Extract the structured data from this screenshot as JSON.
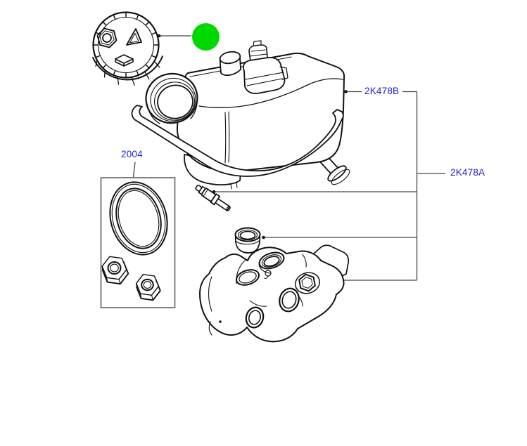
{
  "colors": {
    "canvas_bg": "#ffffff",
    "label_text": "#2222d6",
    "marker_green": "#00d800",
    "line_art": "#111111",
    "leader_line": "#454545",
    "kit_box_border": "#6b6b6b"
  },
  "callouts": [
    {
      "part": "seal-and-nut-kit",
      "label": "2004"
    },
    {
      "part": "reservoir",
      "label": "2K478B"
    },
    {
      "part": "master-cylinder-assembly",
      "label": "2K478A"
    }
  ],
  "marker": {
    "name": "green-dot-marker",
    "shape": "filled-circle"
  },
  "icons": {
    "cap_symbols": [
      "hex-nut-icon",
      "warning-triangle-icon",
      "handbook-icon"
    ]
  },
  "parts_pictured": [
    "reservoir-cap",
    "brake-fluid-reservoir",
    "fluid-level-sensor",
    "seal-kit-box",
    "o-ring-seal",
    "flange-nut",
    "flange-nut",
    "roll-pin",
    "reservoir-grommet",
    "master-cylinder"
  ]
}
